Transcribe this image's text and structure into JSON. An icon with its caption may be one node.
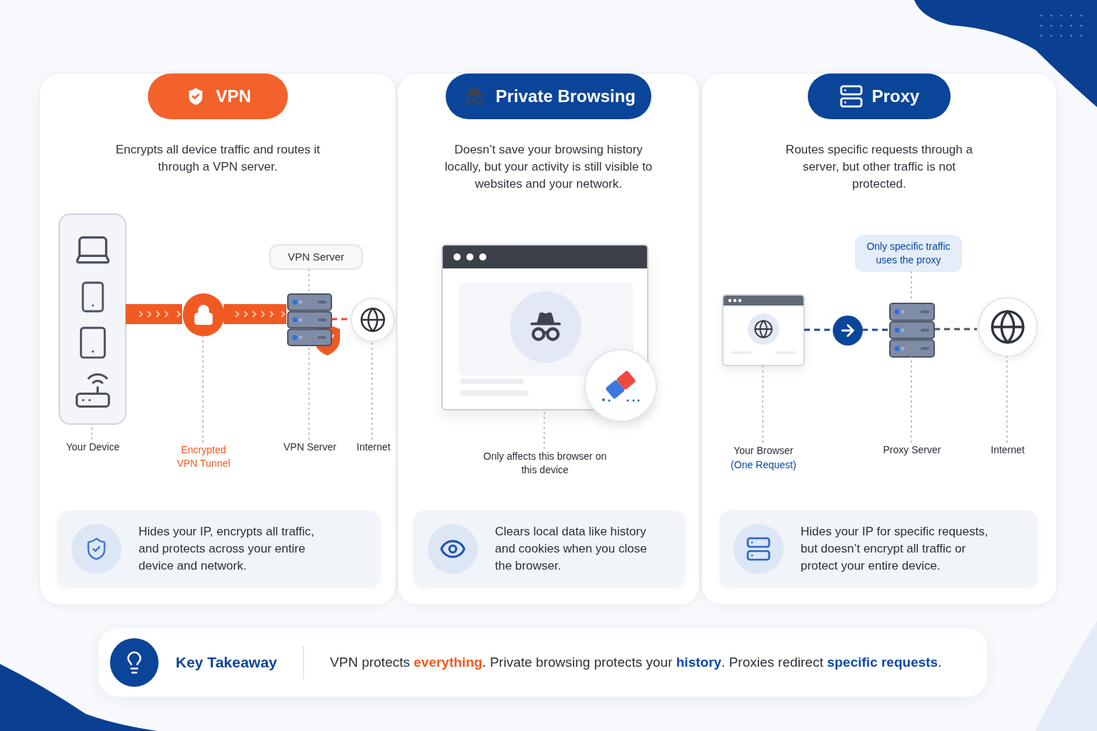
{
  "diagram": {
    "nodes": [
      {
        "text": [
          "VPN",
          "Encrypts all device traffic and routes it through a VPN server."
        ]
      },
      {
        "text": [],
        "shape": "box",
        "in": 0
      },
      {
        "text": [],
        "shape": "circle",
        "in": 0
      },
      {
        "text": [],
        "shape": "picture",
        "in": 0
      },
      {
        "text": [],
        "shape": "circle",
        "in": 0
      },
      {
        "text": [
          "VPN Server"
        ],
        "in": 0
      },
      {
        "text": [
          "Your Device"
        ],
        "in": 0
      },
      {
        "text": [
          "Encrypted VPN Tunnel"
        ],
        "in": 0
      },
      {
        "text": [
          "VPN Server"
        ],
        "in": 0
      },
      {
        "text": [
          "Internet"
        ],
        "in": 0
      },
      {
        "text": [
          "Hides your IP, encrypts all traffic, and protects across your entire device and network."
        ],
        "in": 0
      },
      {
        "text": [
          "Private Browsing",
          "Doesn’t save your browsing history locally, but your activity is still visible to websites and your network."
        ]
      },
      {
        "text": [],
        "shape": "picture",
        "in": 11
      },
      {
        "text": [],
        "shape": "circle",
        "in": 11
      },
      {
        "text": [
          "Only affects this browser on this device"
        ],
        "in": 11
      },
      {
        "text": [
          "Clears local data like history and cookies when you close the browser."
        ],
        "in": 11
      },
      {
        "text": [
          "Proxy",
          "Routes specific requests through a server, but other traffic is not protected."
        ]
      },
      {
        "text": [],
        "shape": "picture",
        "in": 16
      },
      {
        "text": [],
        "shape": "circle",
        "in": 16
      },
      {
        "text": [],
        "shape": "picture",
        "in": 16
      },
      {
        "text": [],
        "shape": "circle",
        "in": 16
      },
      {
        "text": [
          "Only specific traffic uses the proxy"
        ],
        "in": 16
      },
      {
        "text": [
          "Your Browser",
          "(One Request)"
        ],
        "in": 16
      },
      {
        "text": [
          "Proxy Server"
        ],
        "in": 16
      },
      {
        "text": [
          "Internet"
        ],
        "in": 16
      },
      {
        "text": [
          "Hides your IP for specific requests, but doesn’t encrypt all traffic or protect your entire device."
        ],
        "in": 16
      },
      {
        "text": [
          "Key Takeaway",
          "VPN protects **everything**. Private browsing protects your **history**. Proxies redirect **specific requests**."
        ]
      }
    ],
    "edges": [
      {
        "from": 1,
        "to": 2,
        "arrow": "to",
        "style": "thick",
        "color": "#f05a22"
      },
      {
        "from": 2,
        "to": 3,
        "arrow": "to",
        "style": "thick",
        "color": "#f05a22"
      },
      {
        "from": 3,
        "to": 4,
        "arrow": "none",
        "style": "dashed",
        "color": "#e8492f"
      },
      {
        "from": 5,
        "to": 3,
        "arrow": "none",
        "style": "dashed"
      },
      {
        "from": 6,
        "to": 1,
        "arrow": "none",
        "style": "dashed"
      },
      {
        "from": 7,
        "to": 2,
        "arrow": "none",
        "style": "dashed"
      },
      {
        "from": 8,
        "to": 3,
        "arrow": "none",
        "style": "dashed"
      },
      {
        "from": 9,
        "to": 4,
        "arrow": "none",
        "style": "dashed"
      },
      {
        "from": 14,
        "to": 12,
        "arrow": "none",
        "style": "dashed"
      },
      {
        "from": 17,
        "to": 18,
        "arrow": "none",
        "style": "dashed",
        "color": "#1a4f9e"
      },
      {
        "from": 18,
        "to": 19,
        "arrow": "none",
        "style": "dashed",
        "color": "#1a4f9e"
      },
      {
        "from": 19,
        "to": 20,
        "arrow": "none",
        "style": "dashed",
        "color": "#4b5563"
      },
      {
        "from": 21,
        "to": 19,
        "arrow": "none",
        "style": "dashed"
      },
      {
        "from": 22,
        "to": 17,
        "arrow": "none",
        "style": "dashed"
      },
      {
        "from": 23,
        "to": 19,
        "arrow": "none",
        "style": "dashed"
      },
      {
        "from": 24,
        "to": 20,
        "arrow": "none",
        "style": "dashed"
      }
    ]
  }
}
